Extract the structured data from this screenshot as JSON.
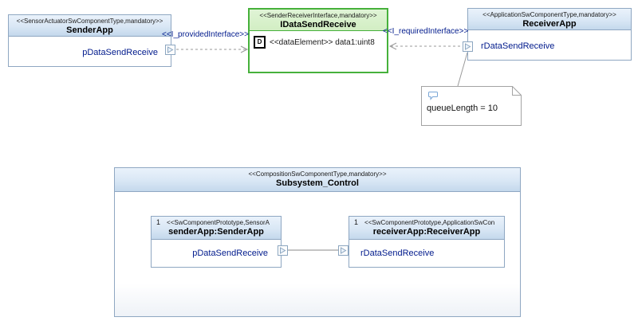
{
  "colors": {
    "box_border": "#8fa7c2",
    "header_blue_top": "#eaf2fb",
    "header_blue_bottom": "#c4d8ec",
    "interface_green_border": "#46b13b",
    "interface_green_header": "#d9f1ca",
    "port_text_navy": "#001a8c",
    "wire_gray": "#9a9a9a",
    "note_border": "#a3a3a3"
  },
  "sender_component": {
    "stereotype": "<<SensorActuatorSwComponentType,mandatory>>",
    "name": "SenderApp",
    "port_name": "pDataSendReceive"
  },
  "interface": {
    "stereotype": "<<SenderReceiverInterface,mandatory>>",
    "name": "IDataSendReceive",
    "data_element_icon": "D",
    "data_element": "<<dataElement>> data1:uint8"
  },
  "receiver_component": {
    "stereotype": "<<ApplicationSwComponentType,mandatory>>",
    "name": "ReceiverApp",
    "port_name": "rDataSendReceive"
  },
  "connectors": {
    "provided_label": "<<I_providedInterface>>",
    "required_label": "<<I_requiredInterface>>"
  },
  "note": {
    "text": "queueLength = 10"
  },
  "composition": {
    "stereotype": "<<CompositionSwComponentType,mandatory>>",
    "name": "Subsystem_Control",
    "sender_prototype": {
      "multiplicity": "1",
      "stereotype": "<<SwComponentPrototype,SensorA",
      "name": "senderApp:SenderApp",
      "port_name": "pDataSendReceive"
    },
    "receiver_prototype": {
      "multiplicity": "1",
      "stereotype": "<<SwComponentPrototype,ApplicationSwCon",
      "name": "receiverApp:ReceiverApp",
      "port_name": "rDataSendReceive"
    }
  }
}
